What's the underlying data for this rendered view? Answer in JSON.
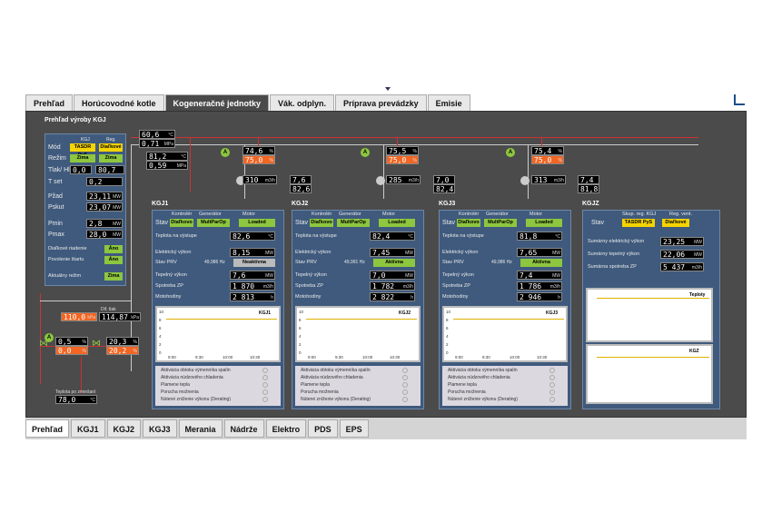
{
  "top_tabs": [
    "Prehľad",
    "Horúcovodné kotle",
    "Kogeneračné jednotky",
    "Vák. odplyn.",
    "Príprava prevádzky",
    "Emisie"
  ],
  "bottom_tabs": [
    "Prehľad",
    "KGJ1",
    "KGJ2",
    "KGJ3",
    "Merania",
    "Nádrže",
    "Elektro",
    "PDS",
    "EPS"
  ],
  "overview": {
    "title": "Prehľad výroby  KGJ",
    "col1": "KGJ",
    "col2": "Reg.",
    "mod_label": "Mód",
    "mod_val": "TASDR PyS",
    "mod_val2": "Diaľkové",
    "rezim_label": "Režim",
    "rezim_val": "Zima",
    "rezim_val2": "Zima",
    "tlak_label": "Tlak/ Hl",
    "tlak_v1": "0,0",
    "tlak_v2": "80,7",
    "tset_label": "T set",
    "tset_val": "0,2",
    "pzad_label": "Pžad",
    "pzad_val": "23,11",
    "pzad_unit": "MW",
    "pskut_label": "Pskut",
    "pskut_val": "23,07",
    "pskut_unit": "MW",
    "pmin_label": "Pmin",
    "pmin_val": "2,8",
    "pmin_unit": "MW",
    "pmax_label": "Pmax",
    "pmax_val": "28,0",
    "pmax_unit": "MW",
    "dial_label": "Diaľkové riadenie",
    "dial_val": "Áno",
    "povol_label": "Povolenie štartu",
    "povol_val": "Áno",
    "akt_label": "Aktuálny režim",
    "akt_val": "Zima"
  },
  "pipe_values": {
    "top1": "60,6",
    "top1u": "°C",
    "top2": "0,71",
    "top2u": "MPa",
    "t2": "81,2",
    "t2u": "°C",
    "t3": "0,59",
    "t3u": "MPa",
    "v1a": "74,6",
    "v1b": "75,0",
    "v2a": "75,5",
    "v2b": "75,0",
    "v3a": "75,4",
    "v3b": "75,0",
    "f1": "310",
    "f2": "285",
    "f3": "313",
    "fu": "m3/h",
    "k1a": "7,6",
    "k1b": "82,6",
    "k2a": "7,0",
    "k2b": "82,4",
    "k3a": "7,4",
    "k3b": "81,8",
    "left1": "110,0",
    "left1u": "kPa",
    "left2": "114,87",
    "left2u": "kPa",
    "left2lbl": "Dif. tlak",
    "lv1": "0,5",
    "lv1b": "0,0",
    "lv2": "20,3",
    "lv2b": "20,2",
    "tbot": "78,0",
    "tbotu": "°C",
    "tbotlbl": "Teplota po zmiešaní"
  },
  "units": [
    {
      "name": "KGJ1",
      "stav": "Stav",
      "kontroler": "Diaľkovo",
      "generator": "MultParOp",
      "motor": "Loaded",
      "h1": "Kontrolér",
      "h2": "Generátor",
      "h3": "Motor",
      "teplota_l": "Teplota na výstupe",
      "teplota": "82,6",
      "teplota_u": "°C",
      "el_l": "Elektrický výkon",
      "el": "8,15",
      "el_u": "MW",
      "prv_l": "Stav PRV",
      "hz": "49,986 Hz",
      "prv": "Neaktívna",
      "tep_l": "Tepelný výkon",
      "tep": "7,6",
      "tep_u": "MW",
      "zp_l": "Spotreba ZP",
      "zp": "1 870",
      "zp_u": "m3/h",
      "moto_l": "Motohodiny",
      "moto": "2 813",
      "moto_u": "h",
      "chart_label": "KGJ1"
    },
    {
      "name": "KGJ2",
      "stav": "Stav",
      "kontroler": "Diaľkovo",
      "generator": "MultParOp",
      "motor": "Loaded",
      "h1": "Kontrolér",
      "h2": "Generátor",
      "h3": "Motor",
      "teplota_l": "Teplota na výstupe",
      "teplota": "82,4",
      "teplota_u": "°C",
      "el_l": "Elektrický výkon",
      "el": "7,45",
      "el_u": "MW",
      "prv_l": "Stav PRV",
      "hz": "49,991 Hz",
      "prv": "Aktívna",
      "tep_l": "Tepelný výkon",
      "tep": "7,0",
      "tep_u": "MW",
      "zp_l": "Spotreba ZP",
      "zp": "1 782",
      "zp_u": "m3/h",
      "moto_l": "Motohodiny",
      "moto": "2 822",
      "moto_u": "h",
      "chart_label": "KGJ2"
    },
    {
      "name": "KGJ3",
      "stav": "Stav",
      "kontroler": "Diaľkovo",
      "generator": "MultParOp",
      "motor": "Loaded",
      "h1": "Kontrolér",
      "h2": "Generátor",
      "h3": "Motor",
      "teplota_l": "Teplota na výstupe",
      "teplota": "81,8",
      "teplota_u": "°C",
      "el_l": "Elektrický výkon",
      "el": "7,65",
      "el_u": "MW",
      "prv_l": "Stav PRV",
      "hz": "49,986 Hz",
      "prv": "Aktívna",
      "tep_l": "Tepelný výkon",
      "tep": "7,4",
      "tep_u": "MW",
      "zp_l": "Spotreba ZP",
      "zp": "1 786",
      "zp_u": "m3/h",
      "moto_l": "Motohodiny",
      "moto": "2 946",
      "moto_u": "h",
      "chart_label": "KGJ3"
    }
  ],
  "alarms": [
    "Aktivácia obtoku výmenníka spalín",
    "Aktivácia núdzového chladenia",
    "Plamene tepla",
    "Porucha možnenia",
    "Nútené zníženie výkonu (Derating)"
  ],
  "kgjz": {
    "name": "KGJZ",
    "stav": "Stav",
    "h1": "Skup. reg. KGJ",
    "h2": "Reg. vent.",
    "v1": "TASDR PyS",
    "v2": "Diaľkové",
    "el_l": "Sumárny elektrický výkon",
    "el": "23,25",
    "el_u": "MW",
    "tep_l": "Sumárny tepelný výkon",
    "tep": "22,06",
    "tep_u": "MW",
    "zp_l": "Sumárna spotreba ZP",
    "zp": "5 437",
    "zp_u": "m3/h",
    "chart1": "Teploty",
    "chart2": "KGZ"
  },
  "chart_ticks": {
    "y10": "10",
    "y8": "8",
    "y6": "6",
    "y4": "4",
    "y2": "2",
    "y0": "0",
    "x1": "9:00",
    "x2": "9:30",
    "x3": "10:00",
    "x4": "10:30"
  },
  "status_colors": {
    "green": "#8dc63f",
    "yellow": "#f5d400",
    "gray": "#bbbbbb"
  }
}
